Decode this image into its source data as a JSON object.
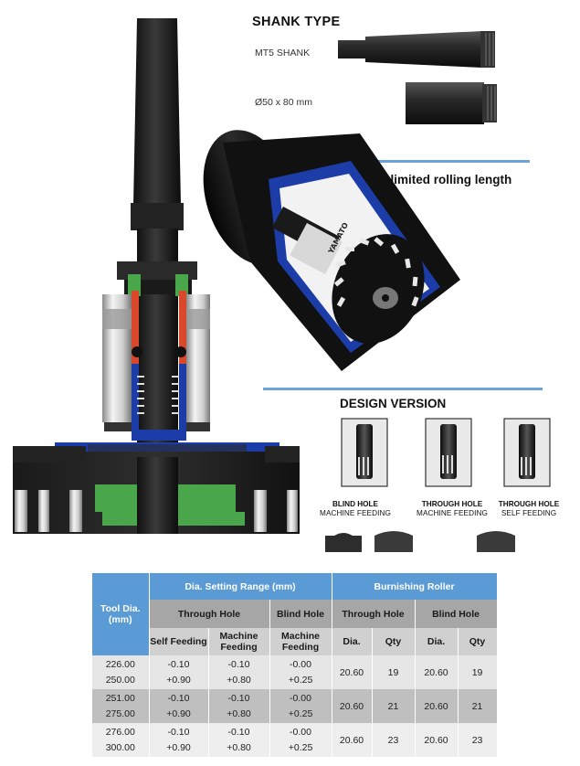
{
  "shank": {
    "title": "SHANK TYPE",
    "mt5_label": "MT5 SHANK",
    "cylindrical_label": "Ø50 x 80 mm"
  },
  "rolling": {
    "label": "unlimited rolling length",
    "brand_mark": "YAMATO"
  },
  "design": {
    "title": "DESIGN VERSION",
    "versions": [
      {
        "line1": "BLIND HOLE",
        "line2": "MACHINE FEEDING"
      },
      {
        "line1": "THROUGH HOLE",
        "line2": "MACHINE FEEDING"
      },
      {
        "line1": "THROUGH HOLE",
        "line2": "SELF FEEDING"
      }
    ]
  },
  "table": {
    "tool_dia": "Tool Dia. (mm)",
    "setting_range": "Dia. Setting Range (mm)",
    "burnishing_roller": "Burnishing Roller",
    "through_hole": "Through Hole",
    "blind_hole": "Blind Hole",
    "self_feeding": "Self Feeding",
    "machine_feeding": "Machine Feeding",
    "blind_machine_feeding": "Machine Feeding",
    "roller_through": "Through Hole",
    "roller_blind": "Blind Hole",
    "dia": "Dia.",
    "qty": "Qty",
    "rows": [
      {
        "from": "226.00",
        "to": "250.00",
        "self_min": "-0.10",
        "self_max": "+0.90",
        "mach_min": "-0.10",
        "mach_max": "+0.80",
        "blind_min": "-0.00",
        "blind_max": "+0.25",
        "th_dia": "20.60",
        "th_qty": "19",
        "bh_dia": "20.60",
        "bh_qty": "19"
      },
      {
        "from": "251.00",
        "to": "275.00",
        "self_min": "-0.10",
        "self_max": "+0.90",
        "mach_min": "-0.10",
        "mach_max": "+0.80",
        "blind_min": "-0.00",
        "blind_max": "+0.25",
        "th_dia": "20.60",
        "th_qty": "21",
        "bh_dia": "20.60",
        "bh_qty": "21"
      },
      {
        "from": "276.00",
        "to": "300.00",
        "self_min": "-0.10",
        "self_max": "+0.90",
        "mach_min": "-0.10",
        "mach_max": "+0.80",
        "blind_min": "-0.00",
        "blind_max": "+0.25",
        "th_dia": "20.60",
        "th_qty": "23",
        "bh_dia": "20.60",
        "bh_qty": "23"
      }
    ]
  },
  "colors": {
    "table_header_blue": "#5b9bd5",
    "table_header_grey": "#a6a6a6",
    "accent_rule": "#6ea3d9",
    "tool_blue": "#1c3da8",
    "tool_green": "#4aa64a",
    "tool_red": "#d9482b"
  }
}
